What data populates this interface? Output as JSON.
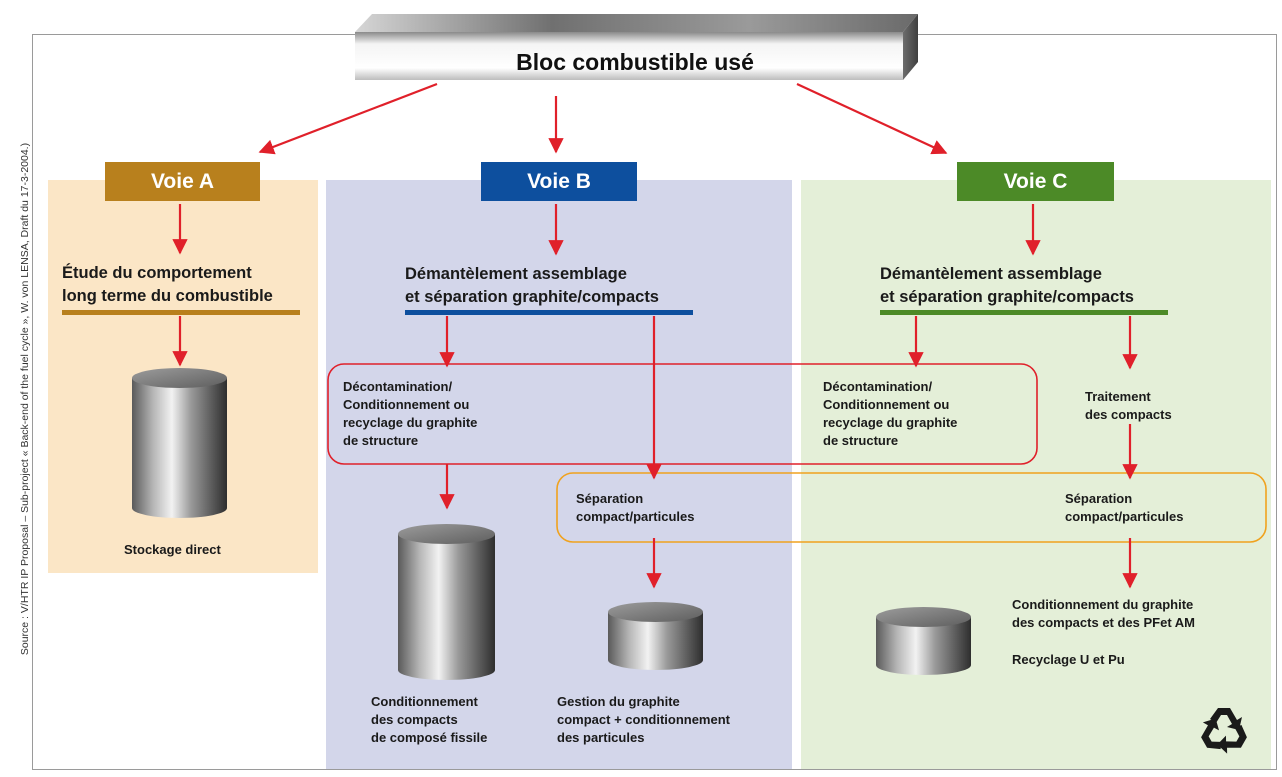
{
  "source_text": "Source : V/HTR IP Proposal – Sub-project « Back-end of the fuel cycle », W. von LENSA, Draft du 17-3-2004.)",
  "title": "Bloc combustible usé",
  "colors": {
    "voie_a": "#b8801d",
    "voie_b": "#0d4f9e",
    "voie_c": "#4c8a27",
    "arrow": "#e0202a",
    "panel_a": "#fbe6c6",
    "panel_b": "#d3d6ea",
    "panel_c": "#e4efd8",
    "loop_red": "#e0202a",
    "loop_orange": "#f0a21e"
  },
  "voie_a": {
    "label": "Voie A",
    "title_line1": "Étude du comportement",
    "title_line2": "long terme du combustible",
    "storage": "Stockage direct"
  },
  "voie_b": {
    "label": "Voie B",
    "title_line1": "Démantèlement assemblage",
    "title_line2": "et séparation graphite/compacts",
    "decon": [
      "Décontamination/",
      "Conditionnement ou",
      "recyclage du graphite",
      "de structure"
    ],
    "separation": [
      "Séparation",
      "compact/particules"
    ],
    "cond_compacts": [
      "Conditionnement",
      "des compacts",
      "de composé fissile"
    ],
    "gestion": [
      "Gestion du graphite",
      "compact + conditionnement",
      "des particules"
    ]
  },
  "voie_c": {
    "label": "Voie C",
    "title_line1": "Démantèlement assemblage",
    "title_line2": "et séparation graphite/compacts",
    "decon": [
      "Décontamination/",
      "Conditionnement ou",
      "recyclage du graphite",
      "de structure"
    ],
    "traitement": [
      "Traitement",
      "des compacts"
    ],
    "separation": [
      "Séparation",
      "compact/particules"
    ],
    "cond_graphite": [
      "Conditionnement du graphite",
      "des compacts et des PFet AM"
    ],
    "recyclage": "Recyclage U et Pu"
  },
  "icons": {
    "cylinder": "cylinder-icon",
    "recycle": "recycle-icon"
  }
}
